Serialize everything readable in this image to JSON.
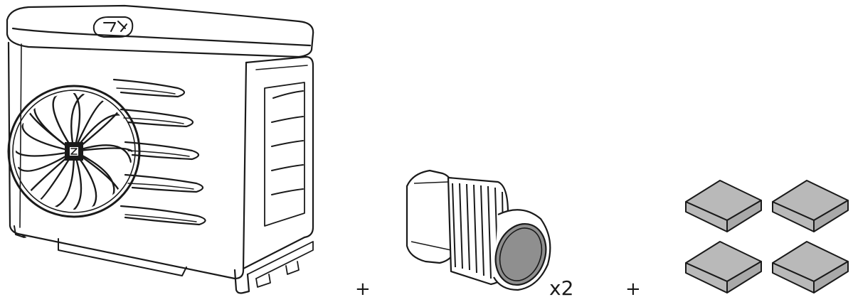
{
  "components": [
    {
      "name": "heat-pump-unit"
    },
    {
      "name": "pipe-union-fitting",
      "quantity_label": "x2"
    },
    {
      "name": "anti-vibration-pads"
    }
  ],
  "separators": {
    "plus_1": "+",
    "plus_2": "+"
  },
  "colors": {
    "line": "#1a1a1a",
    "pad_fill": "#b9b9b9",
    "fitting_fill": "#8f8f8f"
  }
}
